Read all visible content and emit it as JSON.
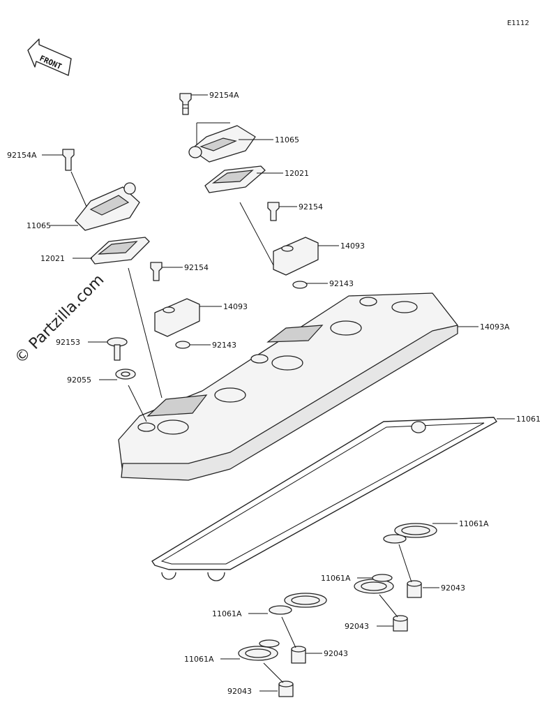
{
  "diagram_code": "E1112",
  "watermark": "© Partzilla.com",
  "front_label": "FRONT",
  "labels": {
    "l_92154A_top": "92154A",
    "l_11065_top": "11065",
    "l_92154A_left": "92154A",
    "l_12021_right": "12021",
    "l_11065_left": "11065",
    "l_92154_right": "92154",
    "l_14093_right": "14093",
    "l_12021_left": "12021",
    "l_92154_left": "92154",
    "l_92143_right": "92143",
    "l_14093_left": "14093",
    "l_14093A": "14093A",
    "l_92153": "92153",
    "l_92143_left": "92143",
    "l_92055": "92055",
    "l_11061": "11061",
    "l_11061A_1": "11061A",
    "l_11061A_2": "11061A",
    "l_92043_1": "92043",
    "l_11061A_3": "11061A",
    "l_92043_2": "92043",
    "l_92043_3": "92043",
    "l_11061A_4": "11061A",
    "l_92043_4": "92043"
  }
}
